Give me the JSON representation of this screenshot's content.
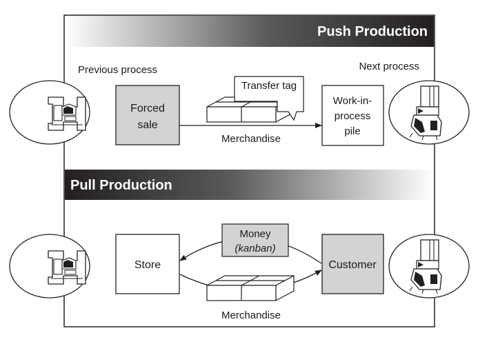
{
  "push": {
    "title": "Push Production",
    "previous_process": "Previous process",
    "next_process": "Next process",
    "forced_sale_line1": "Forced",
    "forced_sale_line2": "sale",
    "transfer_tag": "Transfer tag",
    "merchandise": "Merchandise",
    "wip_line1": "Work-in-",
    "wip_line2": "process",
    "wip_line3": "pile"
  },
  "pull": {
    "title": "Pull Production",
    "store": "Store",
    "money_line1": "Money",
    "money_line2": "(kanban)",
    "customer": "Customer",
    "merchandise": "Merchandise"
  },
  "colors": {
    "gray_box": "#d3d3d3",
    "dark_band": "#231f20"
  },
  "icons": [
    "lathe-machine-icon",
    "drill-press-icon"
  ]
}
